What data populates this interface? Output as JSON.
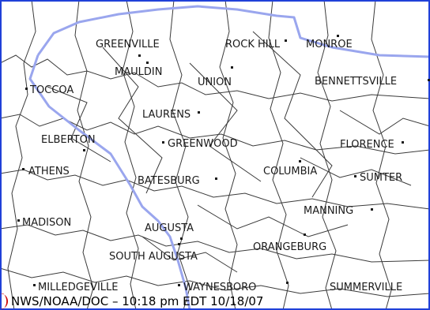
{
  "map": {
    "colors": {
      "background": "#ffffff",
      "border": "#2040d8",
      "state_line": "#9aa6ee",
      "county_line": "#3a3a3a",
      "label": "#1a1a1a",
      "logo": "#cc0000"
    },
    "cities": [
      {
        "name": "GREENVILLE"
      },
      {
        "name": "ROCK HILL"
      },
      {
        "name": "MONROE"
      },
      {
        "name": "MAULDIN"
      },
      {
        "name": "UNION"
      },
      {
        "name": "TOCCOA"
      },
      {
        "name": "BENNETTSVILLE"
      },
      {
        "name": "LAURENS"
      },
      {
        "name": "ELBERTON"
      },
      {
        "name": "GREENWOOD"
      },
      {
        "name": "FLORENCE"
      },
      {
        "name": "ATHENS"
      },
      {
        "name": "COLUMBIA"
      },
      {
        "name": "SUMTER"
      },
      {
        "name": "BATESBURG"
      },
      {
        "name": "MANNING"
      },
      {
        "name": "MADISON"
      },
      {
        "name": "AUGUSTA"
      },
      {
        "name": "ORANGEBURG"
      },
      {
        "name": "SOUTH AUGUSTA"
      },
      {
        "name": "MILLEDGEVILLE"
      },
      {
        "name": "WAYNESBORO"
      },
      {
        "name": "SUMMERVILLE"
      }
    ],
    "footer": "NWS/NOAA/DOC – 10:18 pm EDT 10/18/07"
  }
}
